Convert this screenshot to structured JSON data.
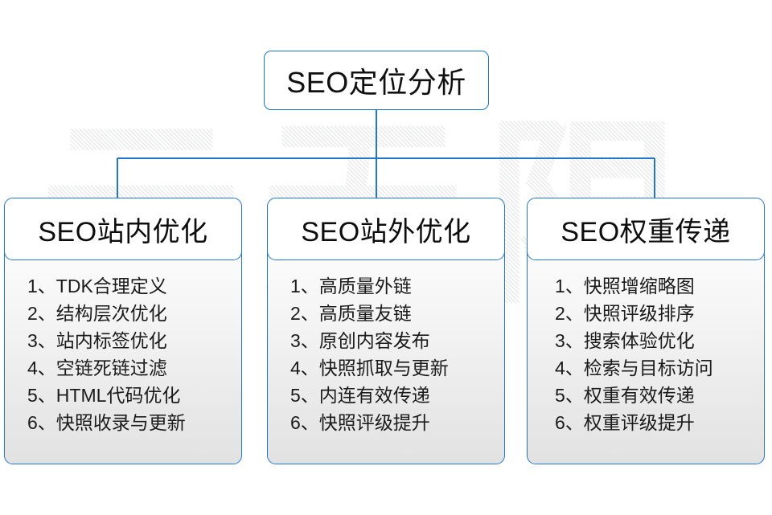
{
  "diagram": {
    "root": {
      "title": "SEO定位分析"
    },
    "accent_color": "#2277c8",
    "background_color": "#ffffff",
    "watermark": {
      "text": "云无限"
    },
    "columns": [
      {
        "header": "SEO站内优化",
        "items": [
          {
            "num": "1、",
            "text": "TDK合理定义"
          },
          {
            "num": "2、",
            "text": "结构层次优化"
          },
          {
            "num": "3、",
            "text": "站内标签优化"
          },
          {
            "num": "4、",
            "text": "空链死链过滤"
          },
          {
            "num": "5、",
            "text": "HTML代码优化"
          },
          {
            "num": "6、",
            "text": "快照收录与更新"
          }
        ]
      },
      {
        "header": "SEO站外优化",
        "items": [
          {
            "num": "1、",
            "text": "高质量外链"
          },
          {
            "num": "2、",
            "text": "高质量友链"
          },
          {
            "num": "3、",
            "text": "原创内容发布"
          },
          {
            "num": "4、",
            "text": "快照抓取与更新"
          },
          {
            "num": "5、",
            "text": "内连有效传递"
          },
          {
            "num": "6、",
            "text": "快照评级提升"
          }
        ]
      },
      {
        "header": "SEO权重传递",
        "items": [
          {
            "num": "1、",
            "text": "快照增缩略图"
          },
          {
            "num": "2、",
            "text": "快照评级排序"
          },
          {
            "num": "3、",
            "text": "搜索体验优化"
          },
          {
            "num": "4、",
            "text": "检索与目标访问"
          },
          {
            "num": "5、",
            "text": "权重有效传递"
          },
          {
            "num": "6、",
            "text": "权重评级提升"
          }
        ]
      }
    ]
  }
}
